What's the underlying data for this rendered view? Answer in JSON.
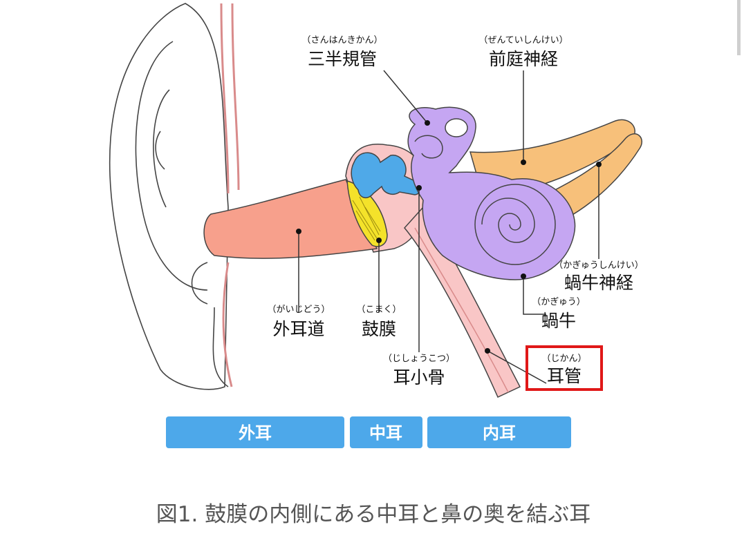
{
  "labels": {
    "semicircular": {
      "ruby": "（さんはんきかん）",
      "text": "三半規管"
    },
    "vestibular_nerve": {
      "ruby": "（ぜんていしんけい）",
      "text": "前庭神経"
    },
    "cochlear_nerve": {
      "ruby": "（かぎゅうしんけい）",
      "text": "蝸牛神経"
    },
    "cochlea": {
      "ruby": "（かぎゅう）",
      "text": "蝸牛"
    },
    "eustachian": {
      "ruby": "（じかん）",
      "text": "耳管"
    },
    "ear_canal": {
      "ruby": "（がいじどう）",
      "text": "外耳道"
    },
    "eardrum": {
      "ruby": "（こまく）",
      "text": "鼓膜"
    },
    "ossicles": {
      "ruby": "（じしょうこつ）",
      "text": "耳小骨"
    }
  },
  "sections": {
    "outer": "外耳",
    "middle": "中耳",
    "inner": "内耳"
  },
  "caption": "図1.  鼓膜の内側にある中耳と鼻の奥を結ぶ耳",
  "colors": {
    "canal": "#f7a08c",
    "middle_pink": "#f9c6c6",
    "ossicle_blue": "#4fa9e8",
    "eardrum_yellow": "#f4e22a",
    "cochlea_purple": "#c5a6f2",
    "nerve_orange": "#f7c07a",
    "bar_blue": "#4da8ea",
    "highlight_red": "#e01818"
  }
}
